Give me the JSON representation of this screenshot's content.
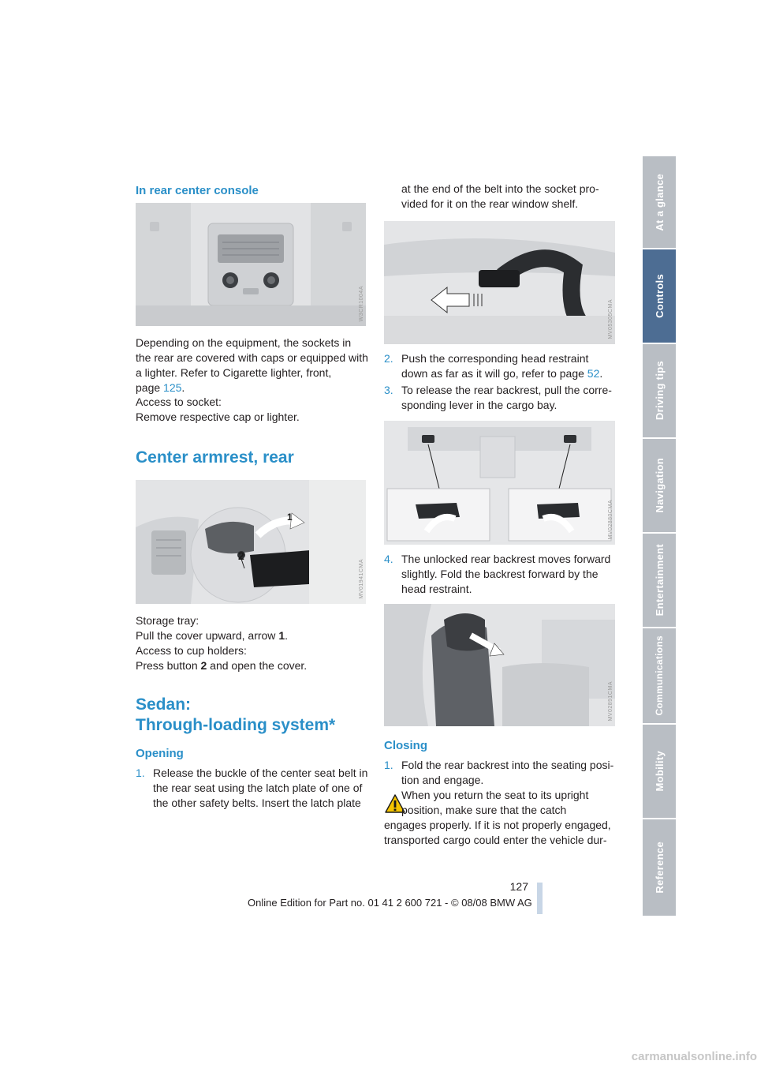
{
  "left": {
    "heading_console": "In rear center console",
    "para_sockets_1": "Depending on the equipment, the sockets in",
    "para_sockets_2": "the rear are covered with caps or equipped with",
    "para_sockets_3": "a lighter. Refer to Cigarette lighter, front,",
    "para_sockets_4a": "page ",
    "para_sockets_4_link": "125",
    "para_sockets_4b": ".",
    "access_socket_1": "Access to socket:",
    "access_socket_2": "Remove respective cap or lighter.",
    "heading_armrest": "Center armrest, rear",
    "fig_callout_1": "1",
    "fig_callout_2": "2",
    "storage_1": "Storage tray:",
    "storage_2a": "Pull the cover upward, arrow ",
    "storage_2b": "1",
    "storage_2c": ".",
    "cup_1": "Access to cup holders:",
    "cup_2a": "Press button ",
    "cup_2b": "2",
    "cup_2c": " and open the cover.",
    "heading_sedan_1": "Sedan:",
    "heading_sedan_2": "Through-loading system*",
    "heading_opening": "Opening",
    "step1_num": "1.",
    "step1_l1": "Release the buckle of the center seat belt in",
    "step1_l2": "the rear seat using the latch plate of one of",
    "step1_l3": "the other safety belts. Insert the latch plate"
  },
  "right": {
    "cont_l1": "at the end of the belt into the socket pro-",
    "cont_l2": "vided for it on the rear window shelf.",
    "step2_num": "2.",
    "step2_l1": "Push the corresponding head restraint",
    "step2_l2a": "down as far as it will go, refer to page ",
    "step2_link": "52",
    "step2_l2b": ".",
    "step3_num": "3.",
    "step3_l1": "To release the rear backrest, pull the corre-",
    "step3_l2": "sponding lever in the cargo bay.",
    "step4_num": "4.",
    "step4_l1": "The unlocked rear backrest moves forward",
    "step4_l2": "slightly. Fold the backrest forward by the",
    "step4_l3": "head restraint.",
    "heading_closing": "Closing",
    "close1_num": "1.",
    "close1_l1": "Fold the rear backrest into the seating posi-",
    "close1_l2": "tion and engage.",
    "warn_l1": "When you return the seat to its upright",
    "warn_l2": "position, make sure that the catch",
    "warn_l3": "engages properly. If it is not properly engaged,",
    "warn_l4": "transported cargo could enter the vehicle dur-"
  },
  "figure_codes": {
    "fig1": "W3CR1004A",
    "fig2": "MV01941CMA",
    "fig3": "MV05305CMA",
    "fig4": "MV02880CMA",
    "fig5": "MV02891CMA"
  },
  "sidebar": {
    "tabs": [
      {
        "label": "At a glance",
        "active": false
      },
      {
        "label": "Controls",
        "active": true
      },
      {
        "label": "Driving tips",
        "active": false
      },
      {
        "label": "Navigation",
        "active": false
      },
      {
        "label": "Entertainment",
        "active": false
      },
      {
        "label": "Communications",
        "active": false
      },
      {
        "label": "Mobility",
        "active": false
      },
      {
        "label": "Reference",
        "active": false
      }
    ]
  },
  "footer": {
    "page_number": "127",
    "edition": "Online Edition for Part no. 01 41 2 600 721 - © 08/08 BMW AG"
  },
  "watermark": "carmanualsonline.info",
  "colors": {
    "accent": "#2a8fc8",
    "tab_active": "#4d6d93",
    "tab_inactive": "#b9bec4",
    "warning": "#f4c400"
  }
}
